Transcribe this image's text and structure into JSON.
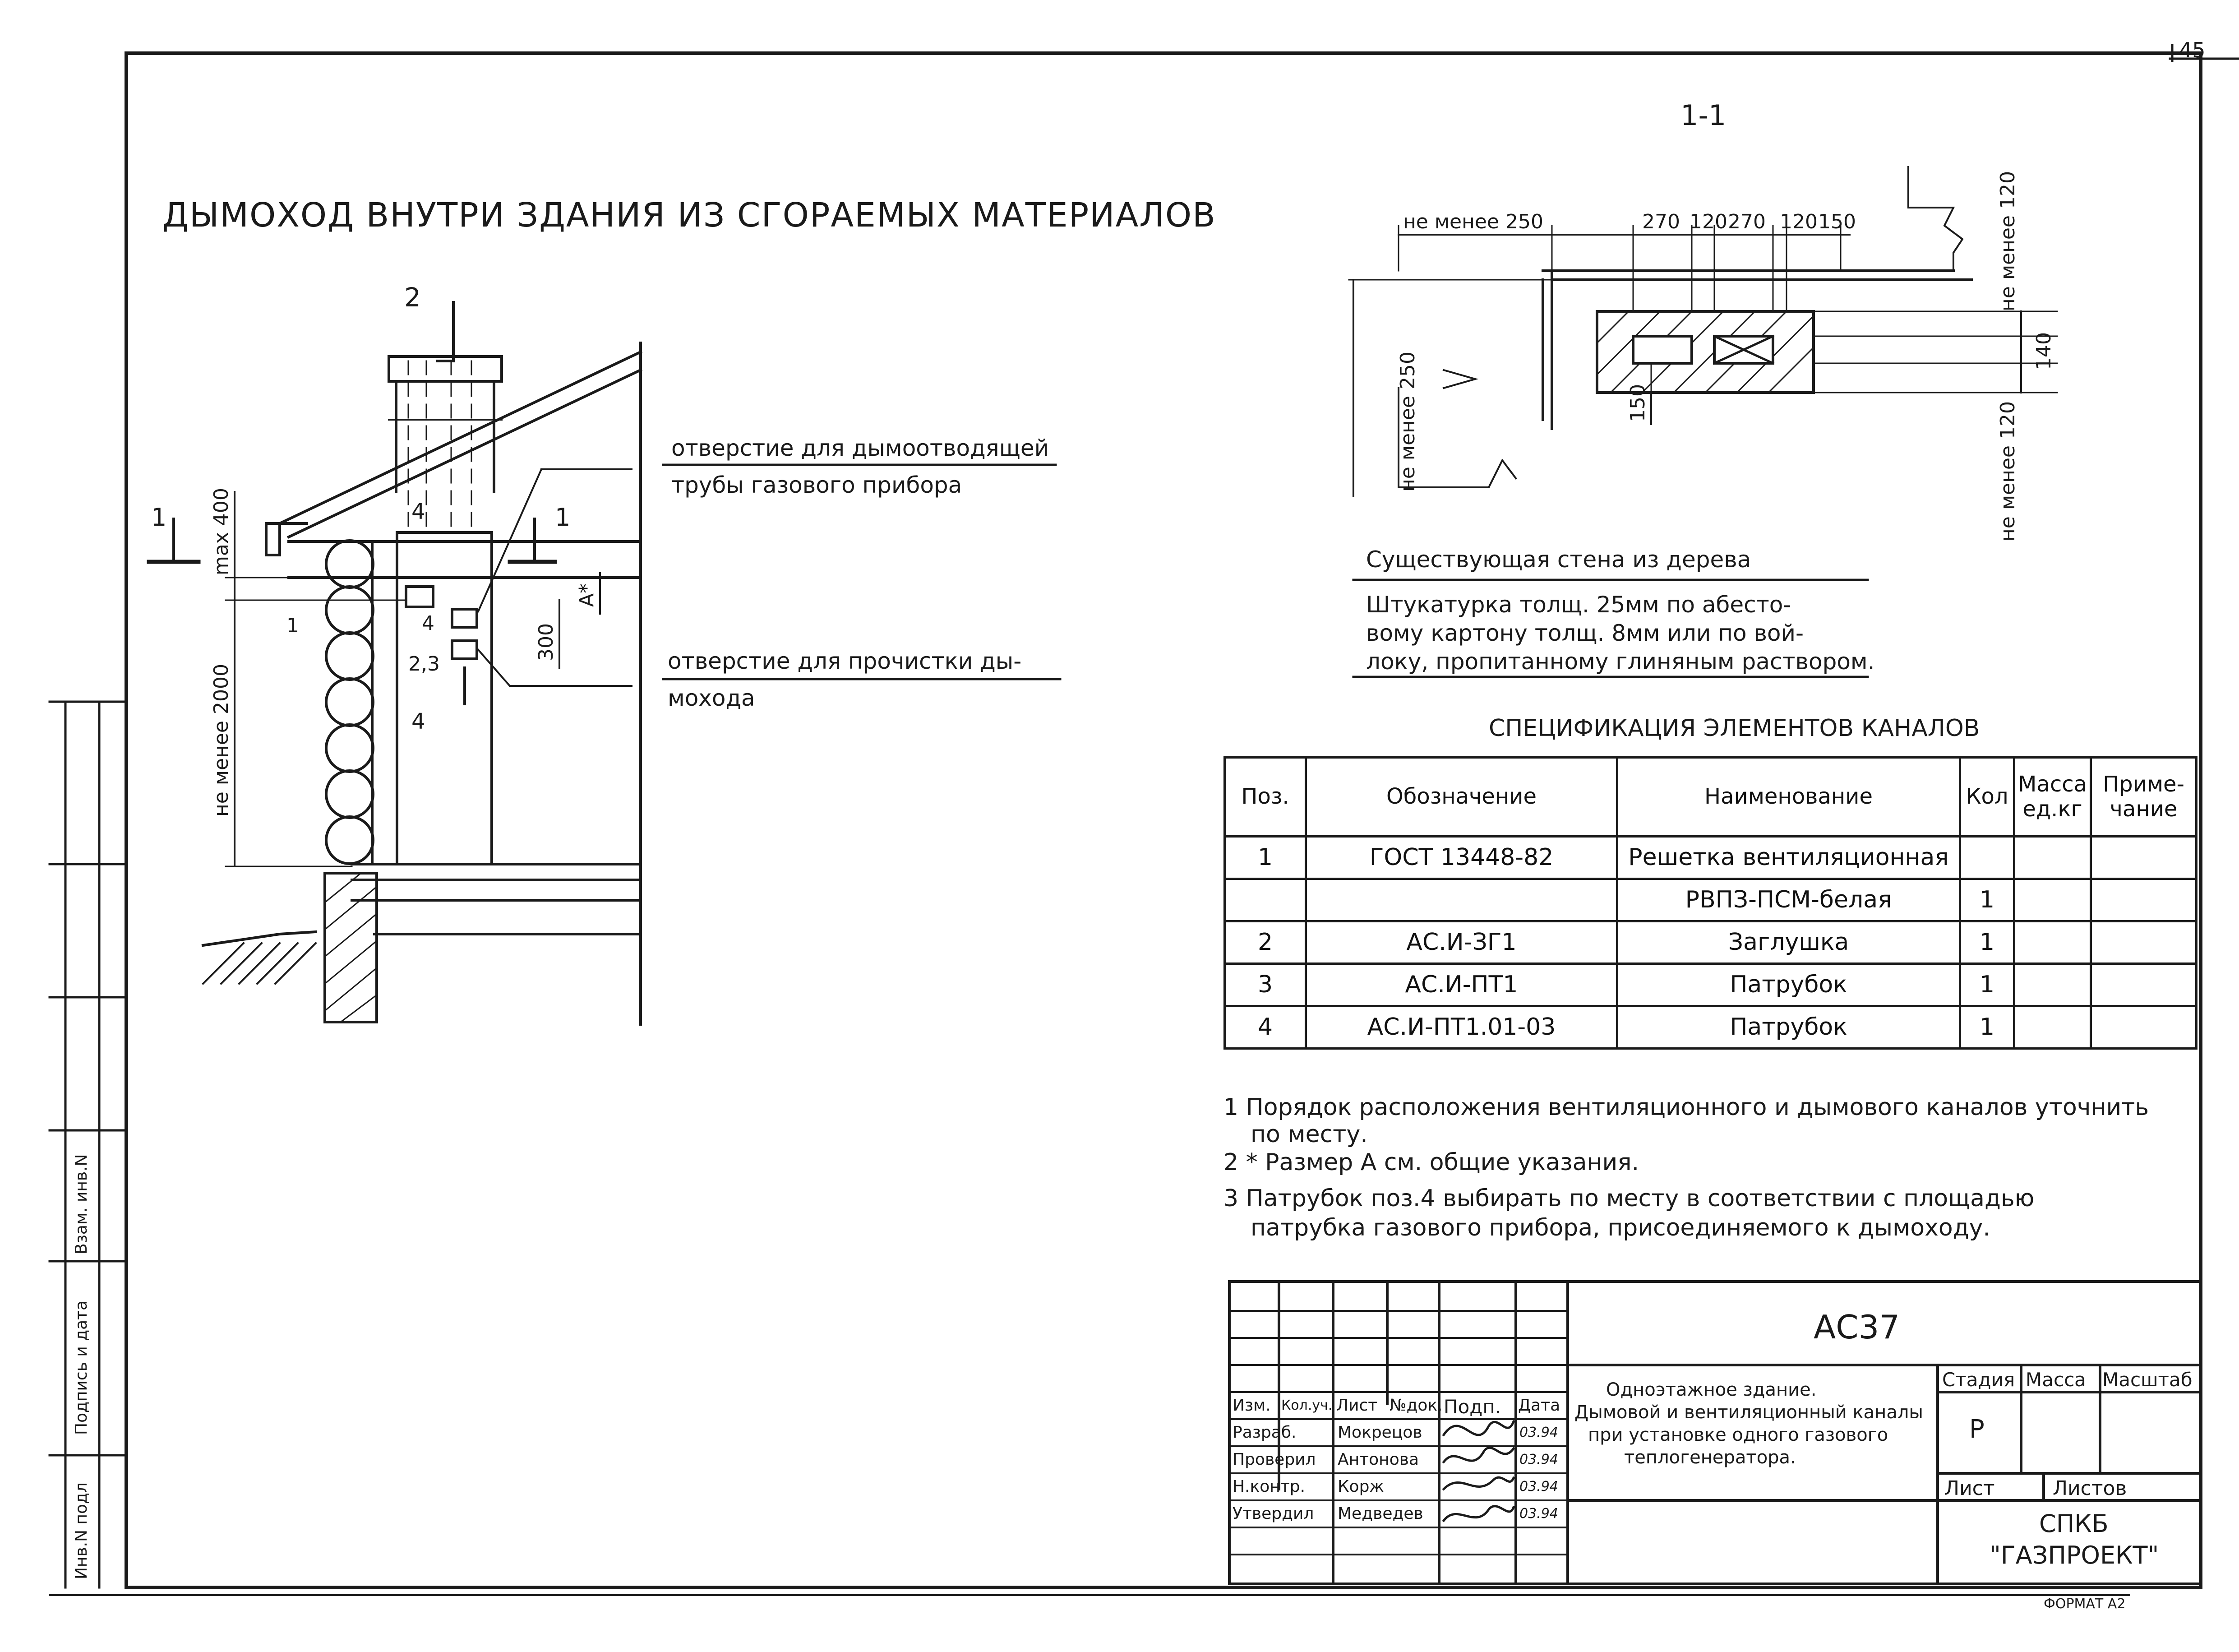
{
  "sheet": {
    "page_number": "45",
    "main_title": "ДЫМОХОД ВНУТРИ ЗДАНИЯ ИЗ СГОРАЕМЫХ МАТЕРИАЛОВ",
    "format_label": "ФОРМАТ А2"
  },
  "elevation": {
    "section_2_mark": "2",
    "section_1_mark": "1",
    "section_4_mark": "4",
    "callout_1": "1",
    "callout_4a": "4",
    "callout_4b": "4",
    "callout_23": "2,3",
    "dim_max400": "max 400",
    "dim_min2000": "не менее 2000",
    "dim_300": "300",
    "dim_a": "A*",
    "label_flue_opening_line1": "отверстие для дымоотводящей",
    "label_flue_opening_line2": "трубы газового прибора",
    "label_cleanout_line1": "отверстие для прочистки ды-",
    "label_cleanout_line2": "мохода"
  },
  "section_1_1": {
    "title": "1-1",
    "dim_top": [
      "не менее 250",
      "270",
      "120",
      "270",
      "120",
      "150"
    ],
    "dim_left": "не менее 250",
    "dim_right_top": "не менее 120",
    "dim_right_bottom": "не менее 120",
    "dim_140": "140",
    "dim_150": "150",
    "existing_wall": "Существующая стена из дерева",
    "plaster_note": [
      "Штукатурка толщ. 25мм по абесто-",
      "вому картону толщ. 8мм или по вой-",
      "локу, пропитанному глиняным раствором."
    ]
  },
  "specification": {
    "title": "СПЕЦИФИКАЦИЯ ЭЛЕМЕНТОВ КАНАЛОВ",
    "headers": {
      "pos": "Поз.",
      "designation": "Обозначение",
      "name": "Наименование",
      "qty": "Кол",
      "mass_1": "Масса",
      "mass_2": "ед.кг",
      "note_1": "Приме-",
      "note_2": "чание"
    },
    "rows": [
      {
        "pos": "1",
        "designation": "ГОСТ 13448-82",
        "name": "Решетка вентиляционная",
        "qty": "",
        "mass": "",
        "note": ""
      },
      {
        "pos": "",
        "designation": "",
        "name": "РВПЗ-ПСМ-белая",
        "qty": "1",
        "mass": "",
        "note": ""
      },
      {
        "pos": "2",
        "designation": "АС.И-ЗГ1",
        "name": "Заглушка",
        "qty": "1",
        "mass": "",
        "note": ""
      },
      {
        "pos": "3",
        "designation": "АС.И-ПТ1",
        "name": "Патрубок",
        "qty": "1",
        "mass": "",
        "note": ""
      },
      {
        "pos": "4",
        "designation": "АС.И-ПТ1.01-03",
        "name": "Патрубок",
        "qty": "1",
        "mass": "",
        "note": ""
      }
    ]
  },
  "notes": {
    "n1_line1": "1 Порядок расположения вентиляционного и дымового каналов уточнить",
    "n1_line2": "по месту.",
    "n2": "2 * Размер А см. общие указания.",
    "n3_line1": "3 Патрубок поз.4 выбирать по месту в соответствии с площадью",
    "n3_line2": "патрубка газового прибора, присоединяемого к дымоходу."
  },
  "title_block": {
    "code": "АС37",
    "col_headers": [
      "Изм.",
      "Кол.уч.",
      "Лист",
      "№док.",
      "Подп.",
      "Дата"
    ],
    "roles": [
      {
        "role": "Разраб.",
        "name": "Мокрецов",
        "date": "03.94"
      },
      {
        "role": "Проверил",
        "name": "Антонова",
        "date": "03.94"
      },
      {
        "role": "Н.контр.",
        "name": "Корж",
        "date": "03.94"
      },
      {
        "role": "Утвердил",
        "name": "Медведев",
        "date": "03.94"
      }
    ],
    "description": [
      "Одноэтажное здание.",
      "Дымовой и вентиляционный каналы",
      "при установке одного газового",
      "теплогенератора."
    ],
    "stage_label": "Стадия",
    "mass_label": "Масса",
    "scale_label": "Масштаб",
    "stage_value": "Р",
    "sheet_label": "Лист",
    "sheets_label": "Листов",
    "org_line1": "СПКБ",
    "org_line2": "\"ГАЗПРОЕКТ\""
  },
  "side_stamp": {
    "inv_replace": "Взам. инв.N",
    "sign_date": "Подпись и дата",
    "inv_orig": "Инв.N подл"
  }
}
